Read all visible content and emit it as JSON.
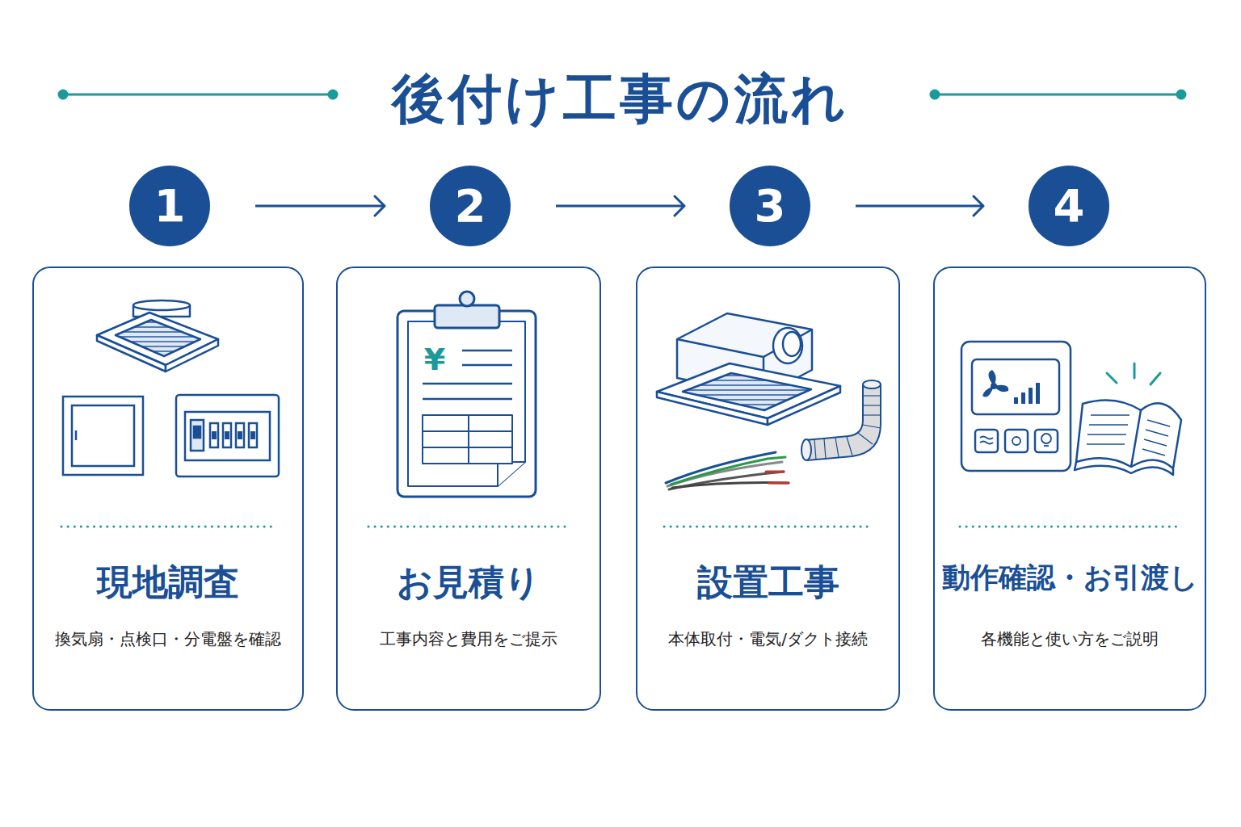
{
  "diagram": {
    "title": "後付け工事の流れ",
    "nodes": [
      {
        "text": [
          "1"
        ]
      },
      {
        "text": [
          "2"
        ]
      },
      {
        "text": [
          "3"
        ]
      },
      {
        "text": [
          "4"
        ]
      },
      {
        "text": [
          "現地調査",
          "換気扇・点検口・分電盤を確認"
        ]
      },
      {
        "text": [
          "お見積り",
          "工事内容と費用をご提示"
        ]
      },
      {
        "text": [
          "設置工事",
          "本体取付・電気/ダクト接続"
        ]
      },
      {
        "text": [
          "動作確認・お引渡し",
          "各機能と使い方をご説明"
        ]
      }
    ],
    "edges": [
      {
        "from": 0,
        "to": 1,
        "arrow": "to"
      },
      {
        "from": 1,
        "to": 2,
        "arrow": "to"
      },
      {
        "from": 2,
        "to": 3,
        "arrow": "to"
      }
    ]
  }
}
